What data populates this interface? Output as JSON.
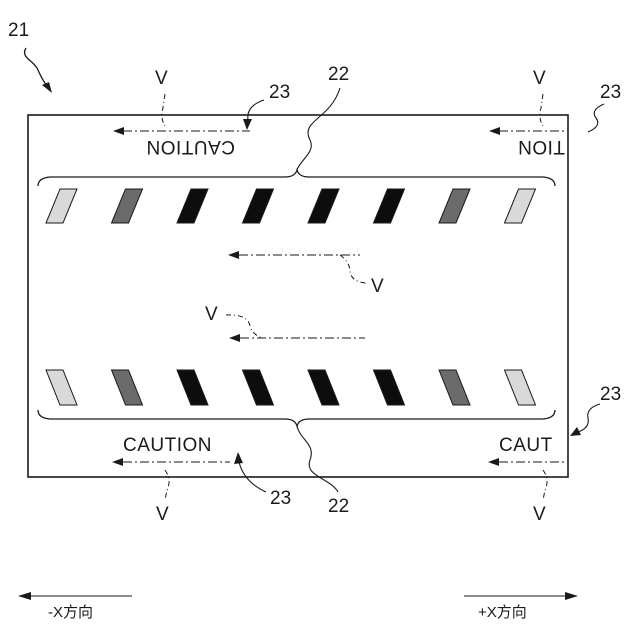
{
  "figure": {
    "ref_main": "21",
    "ref_brace": "22",
    "ref_caution": "23",
    "vehicle": "V"
  },
  "texts": {
    "caution_full": "CAUTION",
    "caution_tail": "TION",
    "caution_head": "CAUT"
  },
  "directions": {
    "minus_x": "-X方向",
    "plus_x": "+X方向"
  },
  "stripes": {
    "fill_levels": [
      "light",
      "medium",
      "dark",
      "dark",
      "dark",
      "dark",
      "medium",
      "light"
    ],
    "colors": {
      "light": "#d9d9d9",
      "medium": "#6b6b6b",
      "dark": "#0d0d0d"
    }
  }
}
